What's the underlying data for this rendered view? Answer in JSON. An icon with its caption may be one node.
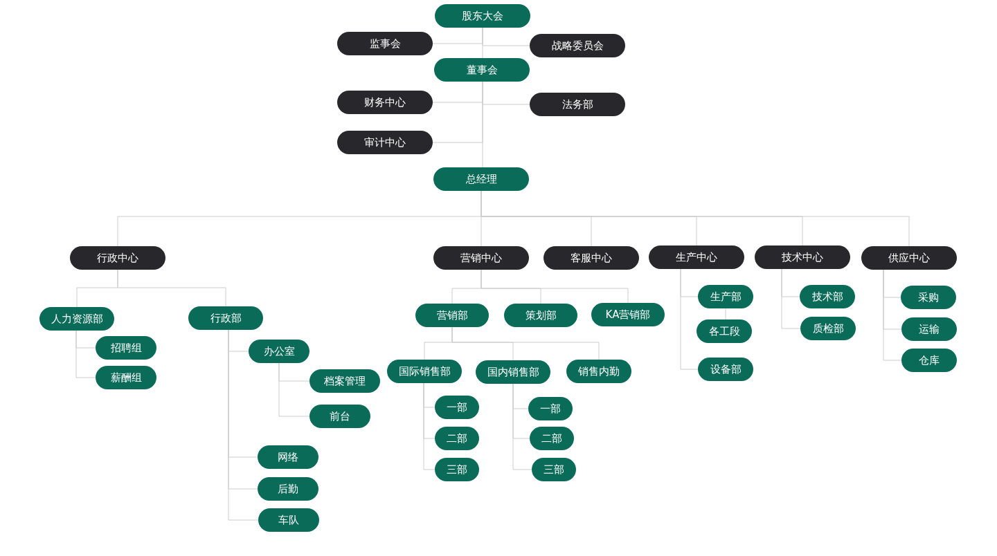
{
  "diagram": {
    "nodes": [
      {
        "text": [
          "股东大会"
        ]
      },
      {
        "text": [
          "监事会"
        ]
      },
      {
        "text": [
          "战略委员会"
        ]
      },
      {
        "text": [
          "董事会"
        ]
      },
      {
        "text": [
          "财务中心"
        ]
      },
      {
        "text": [
          "法务部"
        ]
      },
      {
        "text": [
          "审计中心"
        ]
      },
      {
        "text": [
          "总经理"
        ]
      },
      {
        "text": [
          "行政中心"
        ]
      },
      {
        "text": [
          "营销中心"
        ]
      },
      {
        "text": [
          "客服中心"
        ]
      },
      {
        "text": [
          "生产中心"
        ]
      },
      {
        "text": [
          "技术中心"
        ]
      },
      {
        "text": [
          "供应中心"
        ]
      },
      {
        "text": [
          "人力资源部"
        ]
      },
      {
        "text": [
          "招聘组"
        ]
      },
      {
        "text": [
          "薪酬组"
        ]
      },
      {
        "text": [
          "行政部"
        ]
      },
      {
        "text": [
          "办公室"
        ]
      },
      {
        "text": [
          "档案管理"
        ]
      },
      {
        "text": [
          "前台"
        ]
      },
      {
        "text": [
          "网络"
        ]
      },
      {
        "text": [
          "后勤"
        ]
      },
      {
        "text": [
          "车队"
        ]
      },
      {
        "text": [
          "营销部"
        ]
      },
      {
        "text": [
          "策划部"
        ]
      },
      {
        "text": [
          "KA营销部"
        ]
      },
      {
        "text": [
          "国际销售部"
        ]
      },
      {
        "text": [
          "国内销售部"
        ]
      },
      {
        "text": [
          "销售内勤"
        ]
      },
      {
        "text": [
          "一部"
        ]
      },
      {
        "text": [
          "二部"
        ]
      },
      {
        "text": [
          "三部"
        ]
      },
      {
        "text": [
          "一部"
        ]
      },
      {
        "text": [
          "二部"
        ]
      },
      {
        "text": [
          "三部"
        ]
      },
      {
        "text": [
          "生产部"
        ]
      },
      {
        "text": [
          "各工段"
        ]
      },
      {
        "text": [
          "设备部"
        ]
      },
      {
        "text": [
          "技术部"
        ]
      },
      {
        "text": [
          "质检部"
        ]
      },
      {
        "text": [
          "采购"
        ]
      },
      {
        "text": [
          "运输"
        ]
      },
      {
        "text": [
          "仓库"
        ]
      }
    ],
    "edges": [
      {
        "from": 0,
        "to": 3,
        "arrow": "none"
      },
      {
        "from": 0,
        "to": 1,
        "arrow": "none"
      },
      {
        "from": 0,
        "to": 2,
        "arrow": "none"
      },
      {
        "from": 3,
        "to": 4,
        "arrow": "none"
      },
      {
        "from": 3,
        "to": 5,
        "arrow": "none"
      },
      {
        "from": 3,
        "to": 6,
        "arrow": "none"
      },
      {
        "from": 3,
        "to": 7,
        "arrow": "none"
      },
      {
        "from": 7,
        "to": 8,
        "arrow": "none"
      },
      {
        "from": 7,
        "to": 9,
        "arrow": "none"
      },
      {
        "from": 7,
        "to": 10,
        "arrow": "none"
      },
      {
        "from": 7,
        "to": 11,
        "arrow": "none"
      },
      {
        "from": 7,
        "to": 12,
        "arrow": "none"
      },
      {
        "from": 7,
        "to": 13,
        "arrow": "none"
      },
      {
        "from": 8,
        "to": 14,
        "arrow": "none"
      },
      {
        "from": 8,
        "to": 17,
        "arrow": "none"
      },
      {
        "from": 14,
        "to": 15,
        "arrow": "none"
      },
      {
        "from": 14,
        "to": 16,
        "arrow": "none"
      },
      {
        "from": 17,
        "to": 18,
        "arrow": "none"
      },
      {
        "from": 17,
        "to": 21,
        "arrow": "none"
      },
      {
        "from": 17,
        "to": 22,
        "arrow": "none"
      },
      {
        "from": 17,
        "to": 23,
        "arrow": "none"
      },
      {
        "from": 18,
        "to": 19,
        "arrow": "none"
      },
      {
        "from": 18,
        "to": 20,
        "arrow": "none"
      },
      {
        "from": 9,
        "to": 24,
        "arrow": "none"
      },
      {
        "from": 9,
        "to": 25,
        "arrow": "none"
      },
      {
        "from": 9,
        "to": 26,
        "arrow": "none"
      },
      {
        "from": 24,
        "to": 27,
        "arrow": "none"
      },
      {
        "from": 24,
        "to": 28,
        "arrow": "none"
      },
      {
        "from": 24,
        "to": 29,
        "arrow": "none"
      },
      {
        "from": 27,
        "to": 30,
        "arrow": "none"
      },
      {
        "from": 27,
        "to": 31,
        "arrow": "none"
      },
      {
        "from": 27,
        "to": 32,
        "arrow": "none"
      },
      {
        "from": 28,
        "to": 33,
        "arrow": "none"
      },
      {
        "from": 28,
        "to": 34,
        "arrow": "none"
      },
      {
        "from": 28,
        "to": 35,
        "arrow": "none"
      },
      {
        "from": 11,
        "to": 36,
        "arrow": "none"
      },
      {
        "from": 36,
        "to": 37,
        "arrow": "none"
      },
      {
        "from": 11,
        "to": 38,
        "arrow": "none"
      },
      {
        "from": 12,
        "to": 39,
        "arrow": "none"
      },
      {
        "from": 12,
        "to": 40,
        "arrow": "none"
      },
      {
        "from": 13,
        "to": 41,
        "arrow": "none"
      },
      {
        "from": 13,
        "to": 42,
        "arrow": "none"
      },
      {
        "from": 13,
        "to": 43,
        "arrow": "none"
      }
    ]
  }
}
